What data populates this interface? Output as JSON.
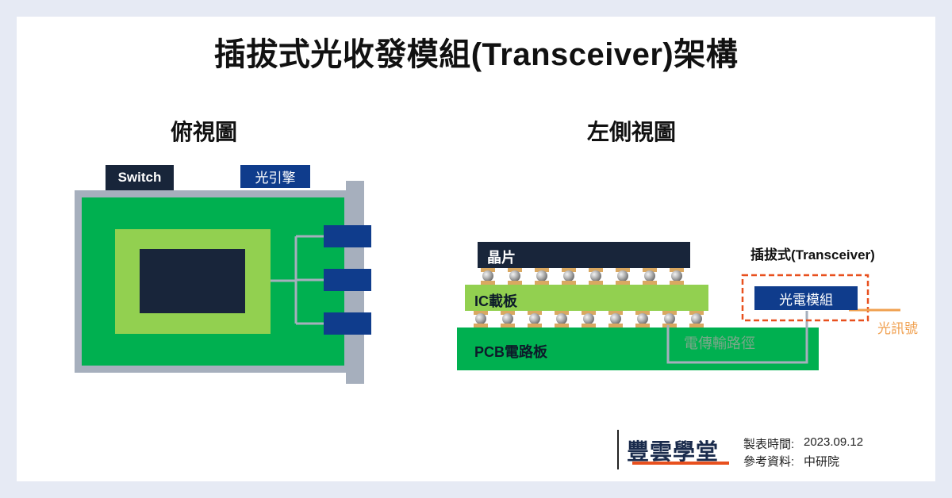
{
  "title": "插拔式光收發模組(Transceiver)架構",
  "top_view": {
    "subtitle": "俯視圖",
    "switch_label": "Switch",
    "engine_label": "光引擎"
  },
  "side_view": {
    "subtitle": "左側視圖",
    "chip_label": "晶片",
    "substrate_label": "IC載板",
    "pcb_label": "PCB電路板",
    "trace_label": "電傳輸路徑",
    "transceiver_label": "插拔式(Transceiver)",
    "module_label": "光電模組",
    "optical_signal_label": "光訊號"
  },
  "footer": {
    "brand": "豐雲學堂",
    "date_label": "製表時間:",
    "date_value": "2023.09.12",
    "source_label": "參考資料:",
    "source_value": "中研院"
  },
  "colors": {
    "background": "#e6eaf4",
    "pcb_green": "#00b050",
    "substrate_green": "#92d050",
    "navy": "#0f3c8c",
    "chip_dark": "#18253a",
    "orange": "#f0a050",
    "dash_red": "#e8501e",
    "gray_frame": "#a6afbd"
  }
}
